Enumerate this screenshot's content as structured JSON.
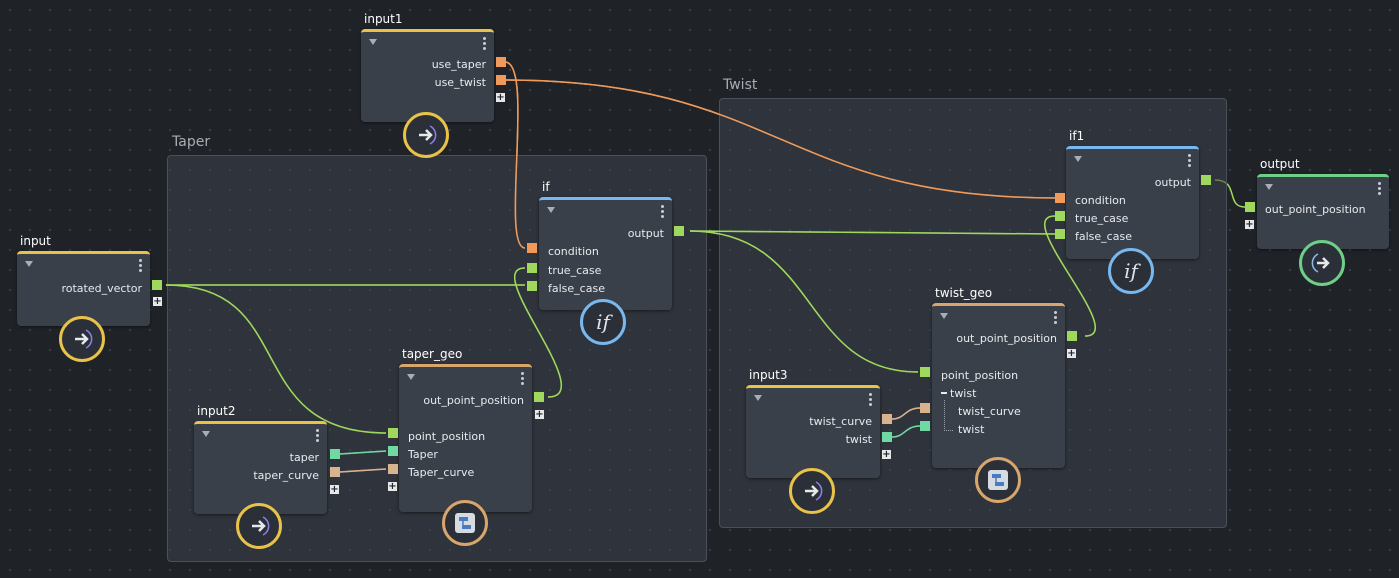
{
  "groups": {
    "taper": "Taper",
    "twist": "Twist"
  },
  "nodes": {
    "input": {
      "title": "input",
      "rotated_vector": "rotated_vector"
    },
    "input1": {
      "title": "input1",
      "use_taper": "use_taper",
      "use_twist": "use_twist"
    },
    "input2": {
      "title": "input2",
      "taper": "taper",
      "taper_curve": "taper_curve"
    },
    "input3": {
      "title": "input3",
      "twist_curve": "twist_curve",
      "twist": "twist"
    },
    "if": {
      "title": "if",
      "output": "output",
      "condition": "condition",
      "true_case": "true_case",
      "false_case": "false_case",
      "icon_text": "if"
    },
    "if1": {
      "title": "if1",
      "output": "output",
      "condition": "condition",
      "true_case": "true_case",
      "false_case": "false_case",
      "icon_text": "if"
    },
    "taper_geo": {
      "title": "taper_geo",
      "out_point_position": "out_point_position",
      "point_position": "point_position",
      "taper": "Taper",
      "taper_curve": "Taper_curve"
    },
    "twist_geo": {
      "title": "twist_geo",
      "out_point_position": "out_point_position",
      "point_position": "point_position",
      "twist_group": "twist",
      "twist_curve": "twist_curve",
      "twist": "twist"
    },
    "output": {
      "title": "output",
      "out_point_position": "out_point_position"
    }
  },
  "colors": {
    "input_accent": "#e9c24a",
    "if_accent": "#79b8ef",
    "output_accent": "#6fcf86",
    "compound_accent": "#d8a66c",
    "bool_port": "#ef9a5a",
    "vector_port": "#9fd85d",
    "float_port": "#6fd8a3",
    "curve_port": "#d8b48e"
  },
  "icons": {
    "input_node": "arrow-right-arc-icon",
    "if_node": "if-icon",
    "compound_node": "compound-icon",
    "output_node": "arrow-right-arc-icon"
  }
}
